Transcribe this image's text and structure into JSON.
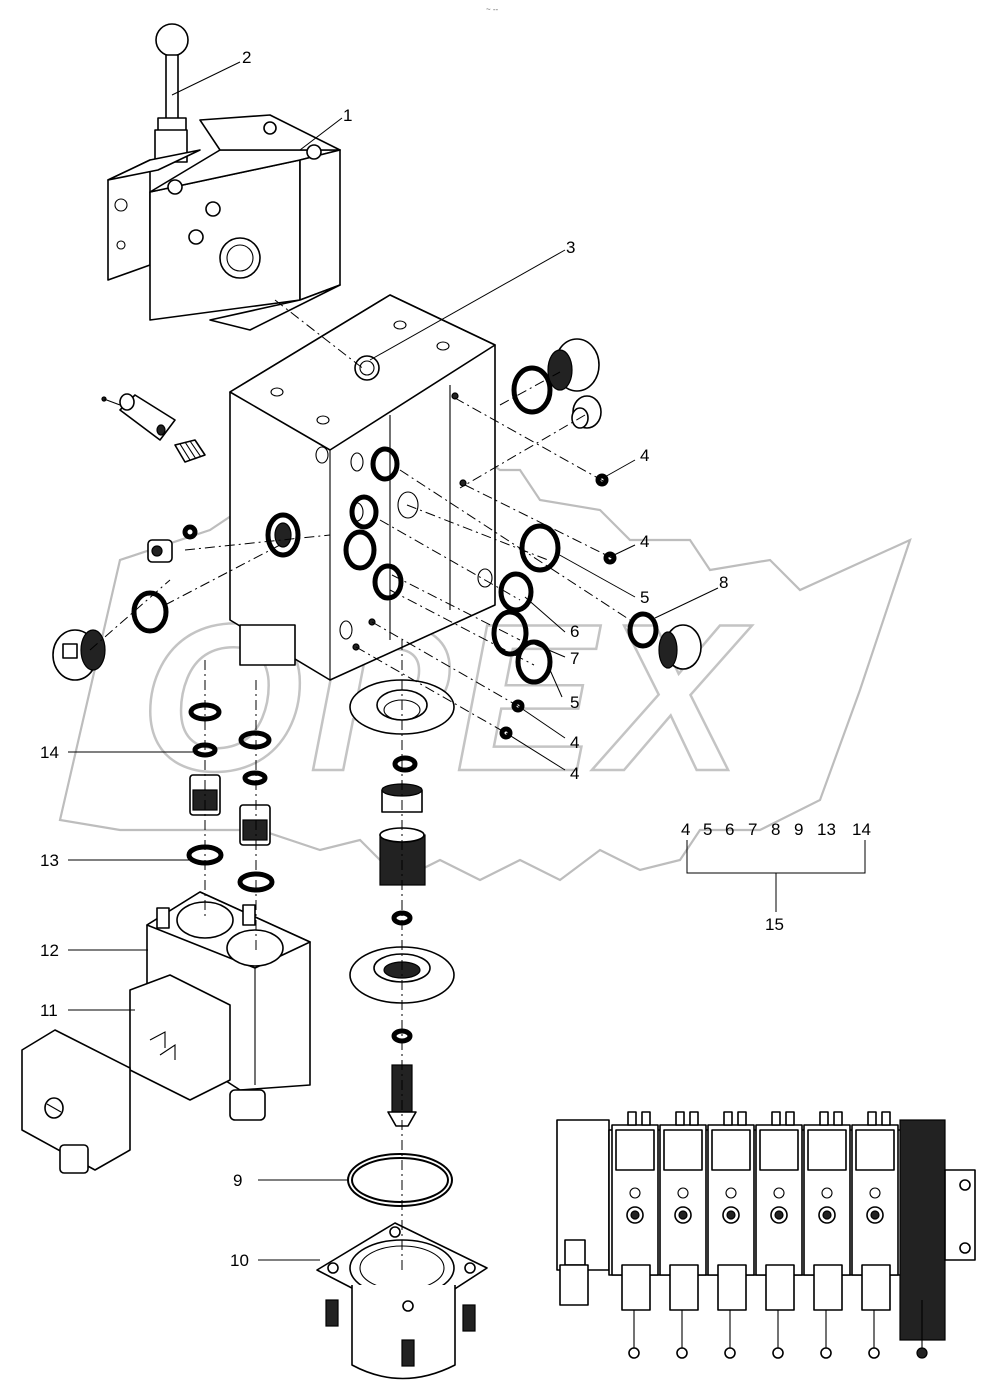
{
  "diagram": {
    "watermark_text": "OPEX",
    "callouts": [
      {
        "id": "c1",
        "label": "1"
      },
      {
        "id": "c2",
        "label": "2"
      },
      {
        "id": "c3",
        "label": "3"
      },
      {
        "id": "c4a",
        "label": "4"
      },
      {
        "id": "c4b",
        "label": "4"
      },
      {
        "id": "c5a",
        "label": "5"
      },
      {
        "id": "c6",
        "label": "6"
      },
      {
        "id": "c7",
        "label": "7"
      },
      {
        "id": "c5b",
        "label": "5"
      },
      {
        "id": "c4c",
        "label": "4"
      },
      {
        "id": "c4d",
        "label": "4"
      },
      {
        "id": "c8",
        "label": "8"
      },
      {
        "id": "c9",
        "label": "9"
      },
      {
        "id": "c10",
        "label": "10"
      },
      {
        "id": "c11",
        "label": "11"
      },
      {
        "id": "c12",
        "label": "12"
      },
      {
        "id": "c13",
        "label": "13"
      },
      {
        "id": "c14",
        "label": "14"
      }
    ],
    "kit": {
      "items": [
        "4",
        "5",
        "6",
        "7",
        "8",
        "9",
        "13",
        "14"
      ],
      "label": "15"
    },
    "top_mark": "~ --"
  }
}
